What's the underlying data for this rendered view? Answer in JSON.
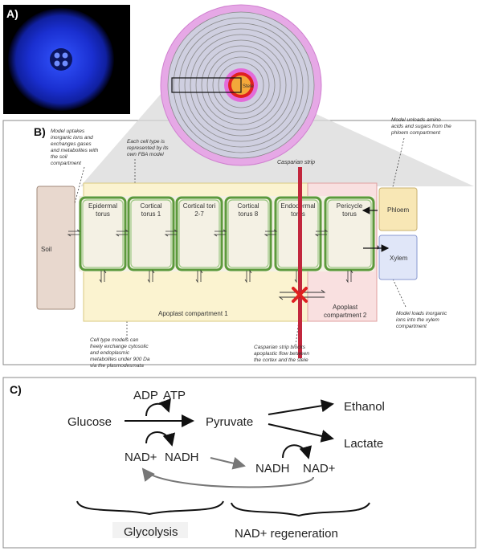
{
  "panel_a": {
    "label": "A)"
  },
  "panel_b": {
    "label": "B)",
    "stele_label": "Stele",
    "casparian_strip": "Casparian strip",
    "soil": "Soil",
    "phloem": "Phloem",
    "xylem": "Xylem",
    "cells": [
      [
        "Epidermal",
        "torus"
      ],
      [
        "Cortical",
        "torus 1"
      ],
      [
        "Cortical tori",
        "2-7"
      ],
      [
        "Cortical",
        "torus 8"
      ],
      [
        "Endodermal",
        "torus"
      ],
      [
        "Pericycle",
        "torus"
      ]
    ],
    "apoplast1": "Apoplast compartment 1",
    "apoplast2": [
      "Apoplast",
      "compartment 2"
    ],
    "note_soil": [
      "Model uptakes",
      "inorganic ions and",
      "exchanges gases",
      "and metabolites with",
      "the soil",
      "compartment"
    ],
    "note_fba": [
      "Each cell type is",
      "represented by its",
      "own FBA model"
    ],
    "note_phloem": [
      "Model unloads amino",
      "acids and sugars from the",
      "phloem compartment"
    ],
    "note_xylem": [
      "Model loads inorganic",
      "ions into the xylem",
      "compartment"
    ],
    "note_plasmo": [
      "Cell type models can",
      "freely exchange cytosolic",
      "and endoplasmic",
      "metabolites under 900 Da",
      "via the plasmodesmata"
    ],
    "note_casp": [
      "Casparian strip blocks",
      "apoplastic flow between",
      "the cortex and the stele"
    ]
  },
  "panel_c": {
    "label": "C)",
    "glucose": "Glucose",
    "pyruvate": "Pyruvate",
    "ethanol": "Ethanol",
    "lactate": "Lactate",
    "adp": "ADP",
    "atp": "ATP",
    "nad_left": "NAD+",
    "nadh_left": "NADH",
    "nadh_right": "NADH",
    "nad_right": "NAD+",
    "glycolysis": "Glycolysis",
    "regeneration": "NAD+ regeneration"
  }
}
